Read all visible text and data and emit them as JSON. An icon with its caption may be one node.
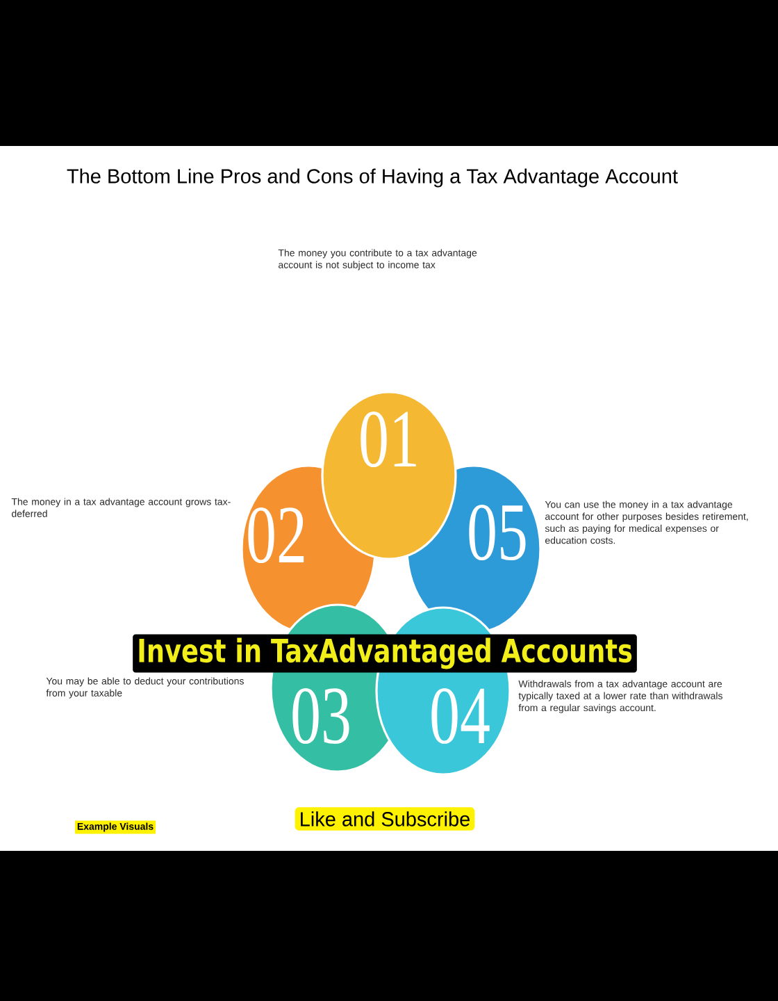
{
  "diagram": {
    "title": "The Bottom Line Pros and Cons of Having a Tax Advantage Account",
    "nodes": [
      {
        "text": [
          "01"
        ]
      },
      {
        "text": [
          "02"
        ],
        "beside": [
          "The money in a tax advantage account grows tax-deferred"
        ]
      },
      {
        "text": [
          "05"
        ],
        "beside": [
          "You can use the money in a tax advantage account for other purposes besides retirement, such as paying for medical expenses or education costs."
        ]
      },
      {
        "text": [
          "03"
        ],
        "beside": [
          "You may be able to deduct your contributions from your taxable"
        ]
      },
      {
        "text": [
          "04"
        ],
        "beside": [
          "Withdrawals from a tax advantage account are typically taxed at a lower rate than withdrawals from a regular savings account."
        ]
      }
    ],
    "labels": [
      "The money you contribute to a tax advantage account is not subject to income tax",
      "Invest in TaxAdvantaged Accounts",
      "Example Visuals",
      "Like and Subscribe"
    ]
  }
}
